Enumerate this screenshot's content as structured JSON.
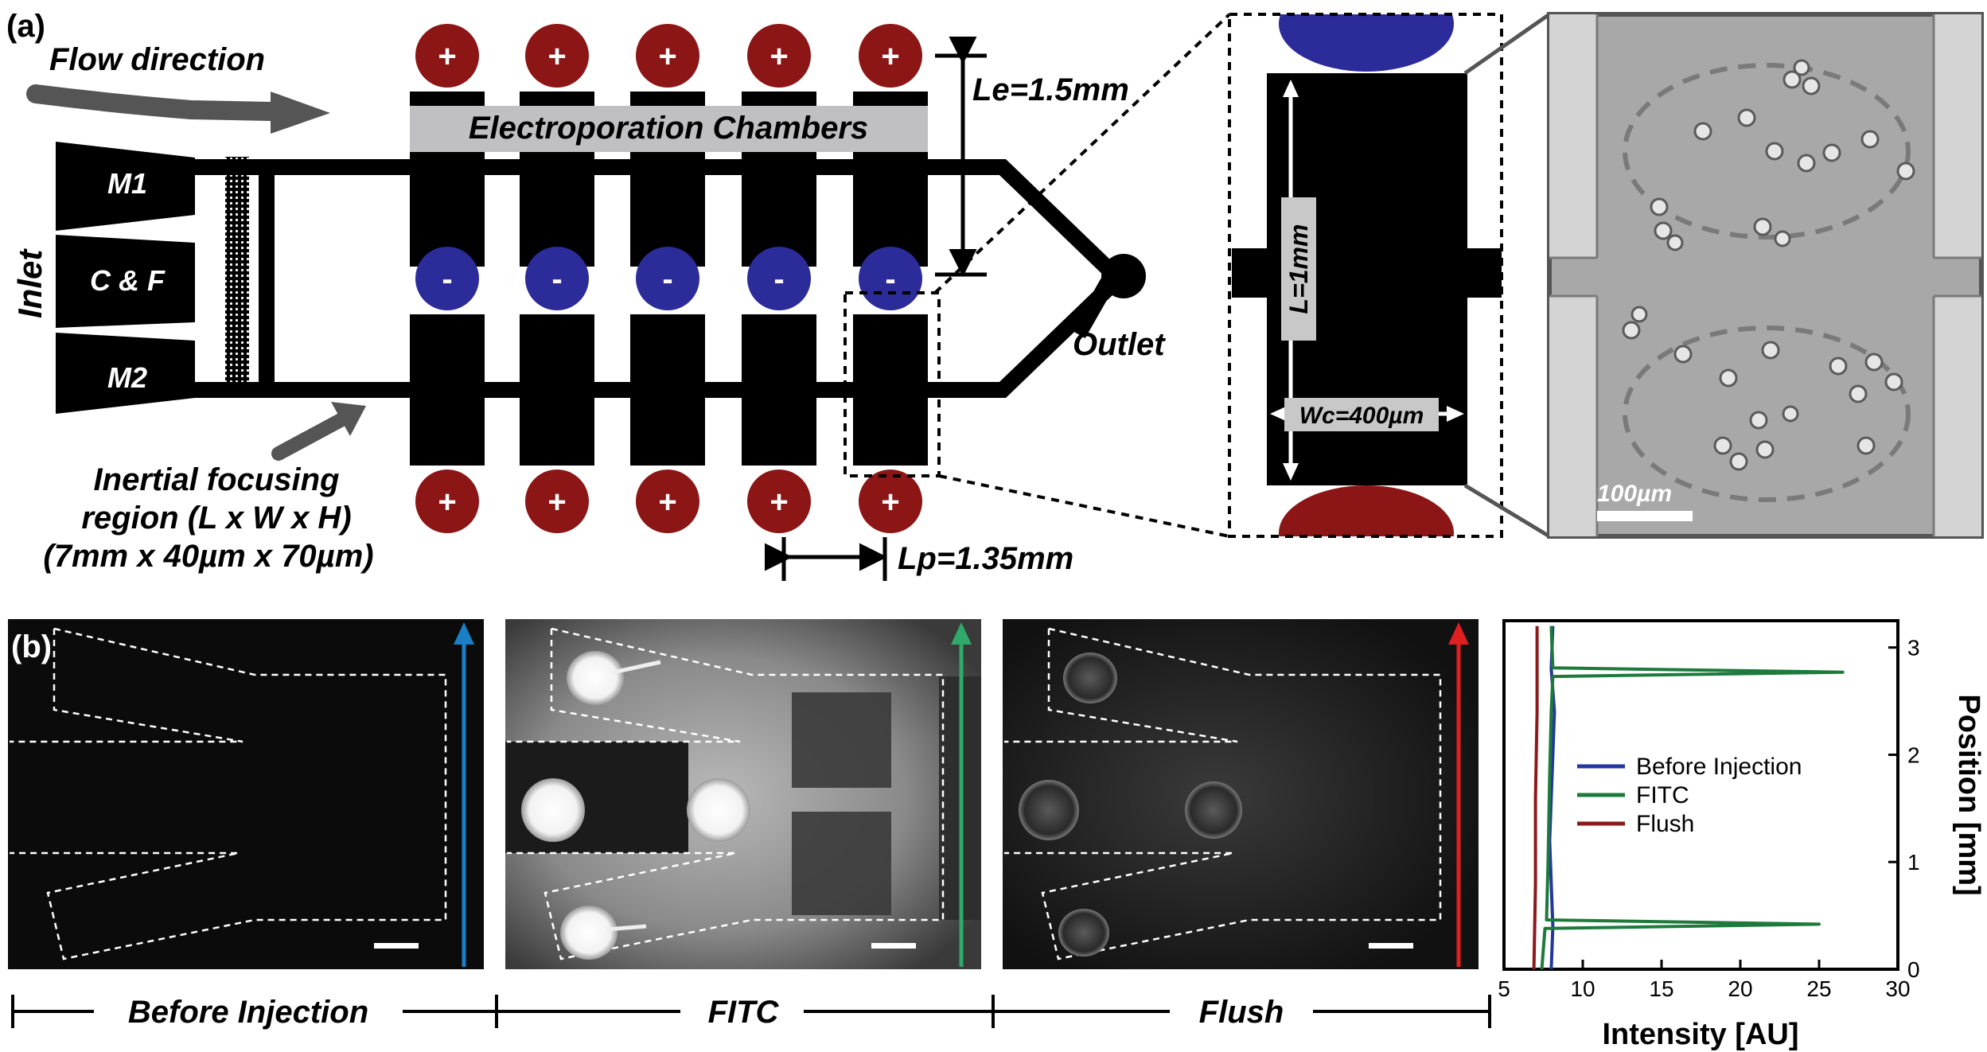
{
  "panel_a": {
    "label": "(a)",
    "flow_direction": "Flow direction",
    "inlet": "Inlet",
    "inlets": [
      "M1",
      "C & F",
      "M2"
    ],
    "chambers_label": "Electroporation Chambers",
    "plus_sign": "+",
    "minus_sign": "-",
    "outlet": "Outlet",
    "le_label": "Le=1.5mm",
    "lp_label": "Lp=1.35mm",
    "focusing_lines": [
      "Inertial focusing",
      "region (L x W x H)",
      "(7mm x 40µm x 70µm)"
    ],
    "zoom_l_label": "L=1mm",
    "zoom_wc_label": "Wc=400µm",
    "scale_bar_label": "100µm",
    "colors": {
      "positive": "#8c1515",
      "negative": "#2b2b99",
      "channel": "#000000",
      "chamber_band": "#c0c0c2"
    }
  },
  "panel_b": {
    "label": "(b)",
    "sections": [
      "Before Injection",
      "FITC",
      "Flush"
    ],
    "arrow_colors": [
      "#1a7fc4",
      "#2faa6a",
      "#e02020"
    ]
  },
  "chart_data": {
    "type": "line",
    "xlabel": "Intensity [AU]",
    "ylabel": "Position [mm]",
    "xlim": [
      5,
      30
    ],
    "ylim": [
      0,
      3.25
    ],
    "x_ticks": [
      "5",
      "10",
      "15",
      "20",
      "25",
      "30"
    ],
    "y_ticks": [
      "0",
      "1",
      "2",
      "3"
    ],
    "legend_position": "center-right",
    "series": [
      {
        "name": "Before Injection",
        "color": "#23379c",
        "profile": [
          [
            0,
            8.0
          ],
          [
            0.4,
            8.1
          ],
          [
            0.8,
            8.0
          ],
          [
            1.2,
            7.9
          ],
          [
            1.6,
            8.0
          ],
          [
            2.0,
            8.1
          ],
          [
            2.4,
            8.2
          ],
          [
            2.8,
            8.0
          ],
          [
            3.2,
            8.1
          ]
        ]
      },
      {
        "name": "FITC",
        "color": "#1e7a3c",
        "profile": [
          [
            0,
            7.4
          ],
          [
            0.38,
            7.6
          ],
          [
            0.42,
            25.0
          ],
          [
            0.46,
            7.7
          ],
          [
            1.0,
            7.8
          ],
          [
            1.8,
            7.9
          ],
          [
            2.4,
            8.0
          ],
          [
            2.73,
            8.1
          ],
          [
            2.77,
            26.5
          ],
          [
            2.81,
            8.1
          ],
          [
            3.2,
            8.0
          ]
        ]
      },
      {
        "name": "Flush",
        "color": "#8b1a1a",
        "profile": [
          [
            0,
            6.9
          ],
          [
            0.8,
            7.0
          ],
          [
            1.6,
            7.0
          ],
          [
            2.4,
            7.1
          ],
          [
            3.2,
            7.1
          ]
        ]
      }
    ]
  }
}
